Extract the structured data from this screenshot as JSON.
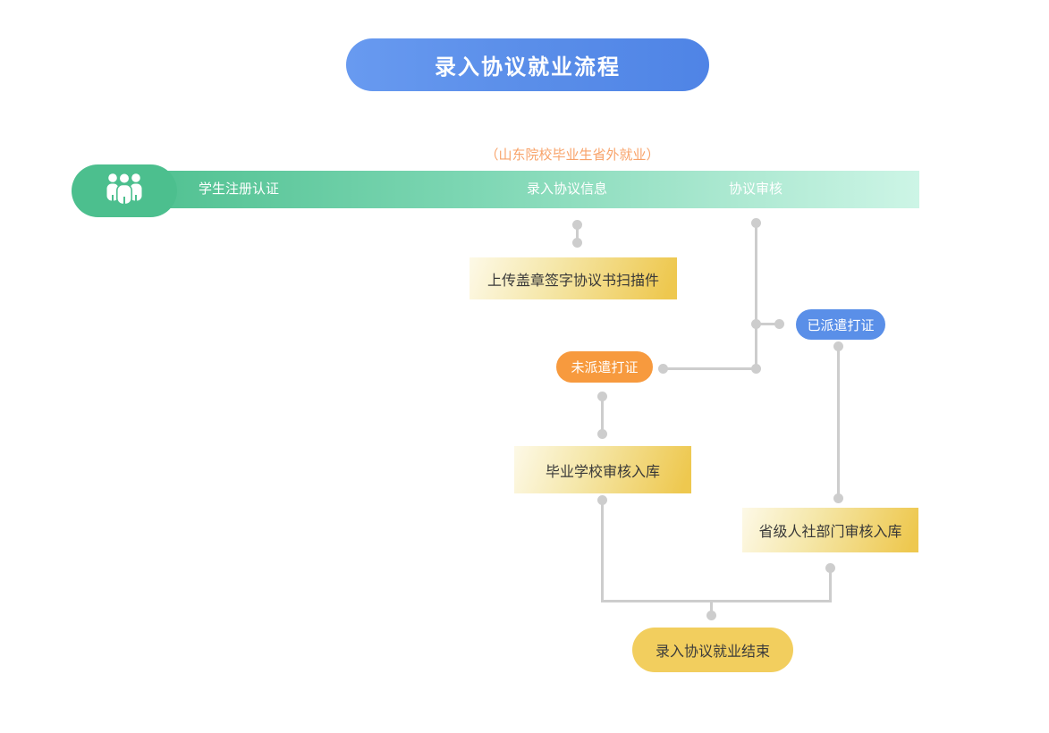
{
  "page": {
    "title": "录入协议就业流程",
    "note": "（山东院校毕业生省外就业）"
  },
  "swimlane": {
    "icon": "group-people-icon",
    "steps": [
      {
        "label": "学生注册认证"
      },
      {
        "label": "录入协议信息"
      },
      {
        "label": "协议审核"
      }
    ]
  },
  "nodes": {
    "upload_scan": {
      "label": "上传盖章签字协议书扫描件",
      "type": "process"
    },
    "not_dispatched": {
      "label": "未派遣打证",
      "type": "branch",
      "color": "#f79a3e"
    },
    "dispatched": {
      "label": "已派遣打证",
      "type": "branch",
      "color": "#5a8fe8"
    },
    "school_review": {
      "label": "毕业学校审核入库",
      "type": "process"
    },
    "provincial_review": {
      "label": "省级人社部门审核入库",
      "type": "process"
    },
    "end": {
      "label": "录入协议就业结束",
      "type": "terminal"
    }
  },
  "colors": {
    "title_pill_blue": "#5a8ee9",
    "lane_gradient_start": "#4cbf8e",
    "lane_gradient_end": "#cdf5e6",
    "capsule_green": "#4cbf8e",
    "process_box_light": "#fdf9e7",
    "process_box_gold": "#eec84f",
    "branch_orange": "#f79a3e",
    "branch_blue": "#5a8fe8",
    "end_pill_yellow": "#f2ce5e",
    "connector_gray": "#cdcdcd",
    "note_orange": "#f8a36a"
  }
}
